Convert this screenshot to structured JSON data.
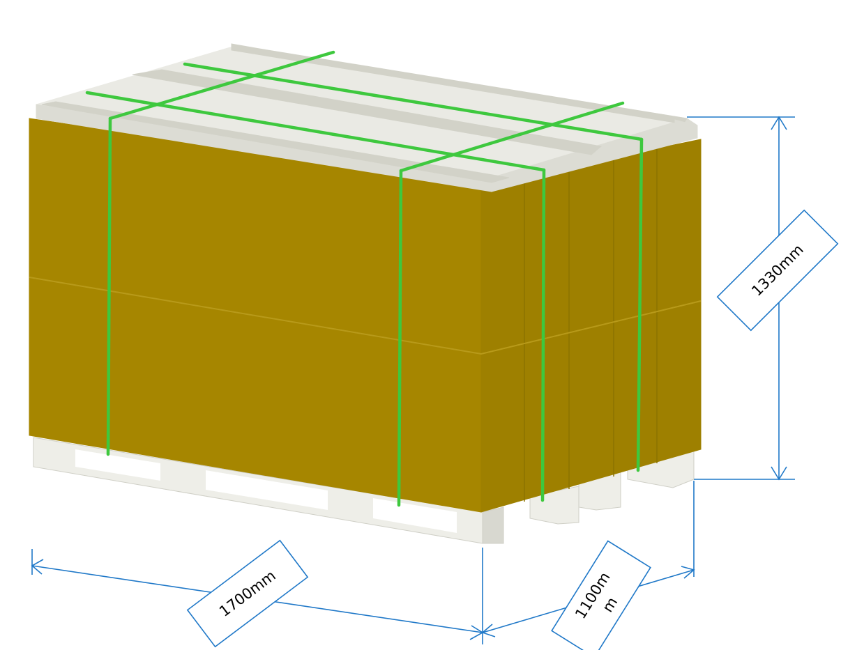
{
  "colors": {
    "box_front": "#a68600",
    "box_side": "#9e8000",
    "box_seam": "#b89a1a",
    "lid_top": "#eaeae4",
    "lid_front": "#dcdcd4",
    "rail": "#d2d2c8",
    "pallet_light": "#eeeee8",
    "pallet_dark": "#d8d8d0",
    "strap": "#3ec83e",
    "dimension_line": "#1f78c8"
  },
  "dimensions": {
    "length": "1700mm",
    "width_line1": "1100m",
    "width_line2": "m",
    "height": "1330mm"
  }
}
